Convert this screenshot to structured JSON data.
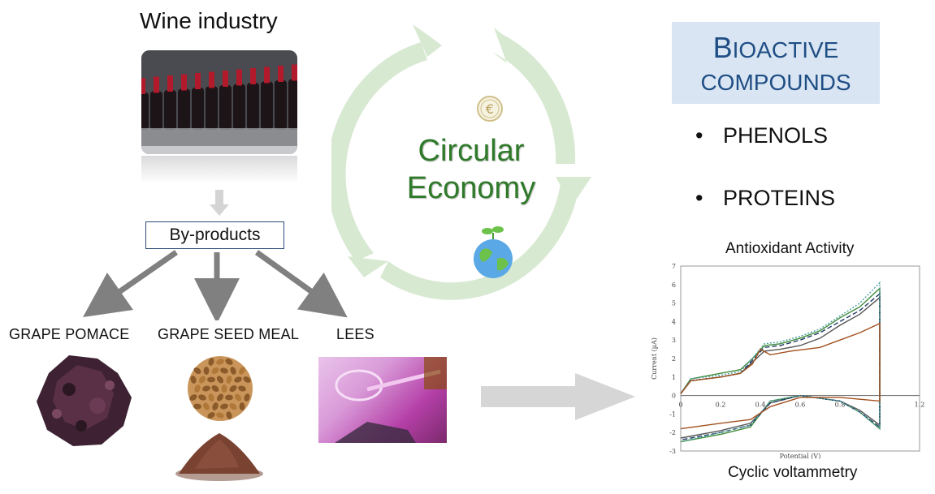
{
  "wine": {
    "title": "Wine industry"
  },
  "byproducts": {
    "label": "By-products"
  },
  "items": [
    {
      "label": "GRAPE POMACE"
    },
    {
      "label": "GRAPE SEED MEAL"
    },
    {
      "label": "LEES"
    }
  ],
  "circular": {
    "line1": "Circular",
    "line2": "Economy",
    "icon": "euro-coin-icon",
    "icon2": "globe-sprout-icon"
  },
  "bioactive": {
    "first": "B",
    "rest1": "IOACTIVE",
    "line2": "COMPOUNDS"
  },
  "bullets": [
    "PHENOLS",
    "PROTEINS"
  ],
  "chart": {
    "top_label": "Antioxidant Activity",
    "bottom_label": "Cyclic voltammetry"
  },
  "chart_data": {
    "type": "line",
    "xlabel": "Potential (V)",
    "ylabel": "Current (µA)",
    "xlim": [
      0,
      1.2
    ],
    "ylim": [
      -3,
      7
    ],
    "xticks": [
      "0",
      "0.2",
      "0.4",
      "0.6",
      "0.8",
      "1",
      "1.2"
    ],
    "yticks": [
      "-3",
      "-2",
      "-1",
      "0",
      "1",
      "2",
      "3",
      "4",
      "5",
      "6",
      "7"
    ],
    "series": [
      {
        "color": "#3f8a3a",
        "dash": "solid",
        "forward": [
          [
            0,
            0.1
          ],
          [
            0.05,
            0.9
          ],
          [
            0.2,
            1.2
          ],
          [
            0.3,
            1.4
          ],
          [
            0.36,
            2.0
          ],
          [
            0.42,
            2.7
          ],
          [
            0.5,
            2.8
          ],
          [
            0.6,
            3.1
          ],
          [
            0.7,
            3.5
          ],
          [
            0.8,
            4.2
          ],
          [
            0.9,
            4.8
          ],
          [
            1.0,
            5.8
          ]
        ],
        "reverse": [
          [
            1.0,
            -1.8
          ],
          [
            0.9,
            -0.9
          ],
          [
            0.8,
            -0.3
          ],
          [
            0.6,
            0.0
          ],
          [
            0.45,
            -0.3
          ],
          [
            0.35,
            -1.7
          ],
          [
            0.2,
            -2.1
          ],
          [
            0.0,
            -2.5
          ]
        ]
      },
      {
        "color": "#555555",
        "dash": "solid",
        "forward": [
          [
            0,
            0.1
          ],
          [
            0.05,
            0.8
          ],
          [
            0.2,
            1.0
          ],
          [
            0.3,
            1.2
          ],
          [
            0.36,
            1.8
          ],
          [
            0.42,
            2.4
          ],
          [
            0.5,
            2.5
          ],
          [
            0.6,
            2.7
          ],
          [
            0.7,
            3.1
          ],
          [
            0.8,
            3.8
          ],
          [
            0.9,
            4.4
          ],
          [
            1.0,
            5.3
          ]
        ],
        "reverse": [
          [
            1.0,
            -1.6
          ],
          [
            0.9,
            -0.8
          ],
          [
            0.8,
            -0.3
          ],
          [
            0.6,
            0.0
          ],
          [
            0.45,
            -0.4
          ],
          [
            0.35,
            -1.5
          ],
          [
            0.2,
            -1.9
          ],
          [
            0.0,
            -2.3
          ]
        ]
      },
      {
        "color": "#1f3a66",
        "dash": "dashed",
        "forward": [
          [
            0,
            0.1
          ],
          [
            0.05,
            0.8
          ],
          [
            0.2,
            1.0
          ],
          [
            0.3,
            1.2
          ],
          [
            0.36,
            1.9
          ],
          [
            0.42,
            2.6
          ],
          [
            0.5,
            2.7
          ],
          [
            0.6,
            3.0
          ],
          [
            0.7,
            3.4
          ],
          [
            0.8,
            4.0
          ],
          [
            0.9,
            4.6
          ],
          [
            1.0,
            5.5
          ]
        ],
        "reverse": [
          [
            1.0,
            -1.7
          ],
          [
            0.9,
            -0.9
          ],
          [
            0.8,
            -0.3
          ],
          [
            0.6,
            0.0
          ],
          [
            0.45,
            -0.4
          ],
          [
            0.35,
            -1.6
          ],
          [
            0.2,
            -2.0
          ],
          [
            0.0,
            -2.4
          ]
        ]
      },
      {
        "color": "#4aa3a0",
        "dash": "dotted",
        "forward": [
          [
            0,
            0.1
          ],
          [
            0.05,
            0.9
          ],
          [
            0.2,
            1.1
          ],
          [
            0.3,
            1.3
          ],
          [
            0.36,
            2.0
          ],
          [
            0.42,
            2.8
          ],
          [
            0.5,
            2.9
          ],
          [
            0.6,
            3.2
          ],
          [
            0.7,
            3.6
          ],
          [
            0.8,
            4.3
          ],
          [
            0.9,
            5.0
          ],
          [
            1.0,
            6.1
          ]
        ],
        "reverse": [
          [
            1.0,
            -1.8
          ],
          [
            0.9,
            -0.9
          ],
          [
            0.8,
            -0.3
          ],
          [
            0.6,
            0.0
          ],
          [
            0.45,
            -0.3
          ],
          [
            0.35,
            -1.6
          ],
          [
            0.2,
            -2.0
          ],
          [
            0.0,
            -2.5
          ]
        ]
      },
      {
        "color": "#a3501e",
        "dash": "solid",
        "forward": [
          [
            0,
            0.1
          ],
          [
            0.05,
            0.8
          ],
          [
            0.2,
            1.0
          ],
          [
            0.3,
            1.2
          ],
          [
            0.36,
            1.7
          ],
          [
            0.4,
            2.5
          ],
          [
            0.45,
            2.2
          ],
          [
            0.55,
            2.4
          ],
          [
            0.7,
            2.6
          ],
          [
            0.8,
            3.0
          ],
          [
            0.9,
            3.4
          ],
          [
            1.0,
            3.9
          ]
        ],
        "reverse": [
          [
            1.0,
            -0.3
          ],
          [
            0.9,
            -0.2
          ],
          [
            0.8,
            -0.1
          ],
          [
            0.6,
            -0.1
          ],
          [
            0.45,
            -0.6
          ],
          [
            0.35,
            -1.3
          ],
          [
            0.2,
            -1.5
          ],
          [
            0.0,
            -1.8
          ]
        ]
      }
    ]
  }
}
